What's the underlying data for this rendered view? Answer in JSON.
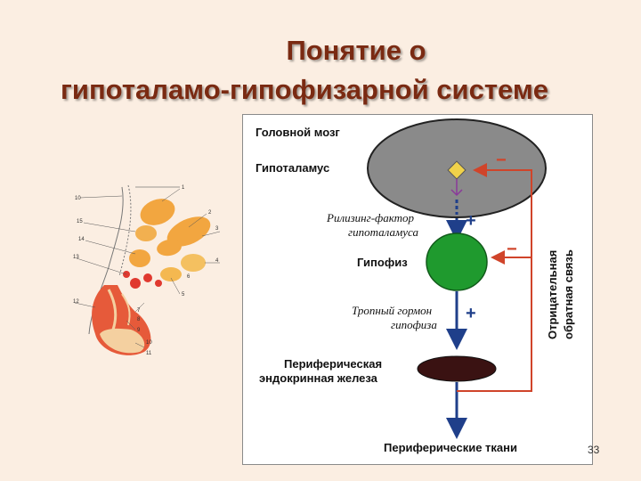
{
  "title": {
    "line1": "Понятие о",
    "line2": "гипоталамо-гипофизарной системе"
  },
  "diagram": {
    "brain_label": "Головной мозг",
    "hypothalamus_label": "Гипоталамус",
    "releasing_factor_line1": "Рилизинг-фактор",
    "releasing_factor_line2": "гипоталамуса",
    "pituitary_label": "Гипофиз",
    "tropic_hormone_line1": "Тропный гормон",
    "tropic_hormone_line2": "гипофиза",
    "peripheral_gland_line1": "Периферическая",
    "peripheral_gland_line2": "эндокринная железа",
    "peripheral_tissues_label": "Периферические ткани",
    "feedback_line1": "Отрицательная",
    "feedback_line2": "обратная связь",
    "plus_sign": "+",
    "minus_sign": "−"
  },
  "anatomy_labels": [
    "10",
    "1",
    "2",
    "3",
    "15",
    "14",
    "13",
    "12",
    "4",
    "5",
    "6",
    "7",
    "8",
    "9",
    "10",
    "11"
  ],
  "slide_number": "33",
  "colors": {
    "title": "#7a2a12",
    "background": "#fbeee2",
    "brain": "#8a8a8a",
    "pituitary": "#1f9a2e",
    "gland": "#3a1212",
    "feedback_line": "#d0442a",
    "arrow": "#1f3f8a",
    "hypothalamus_marker": "#f0d24a"
  }
}
